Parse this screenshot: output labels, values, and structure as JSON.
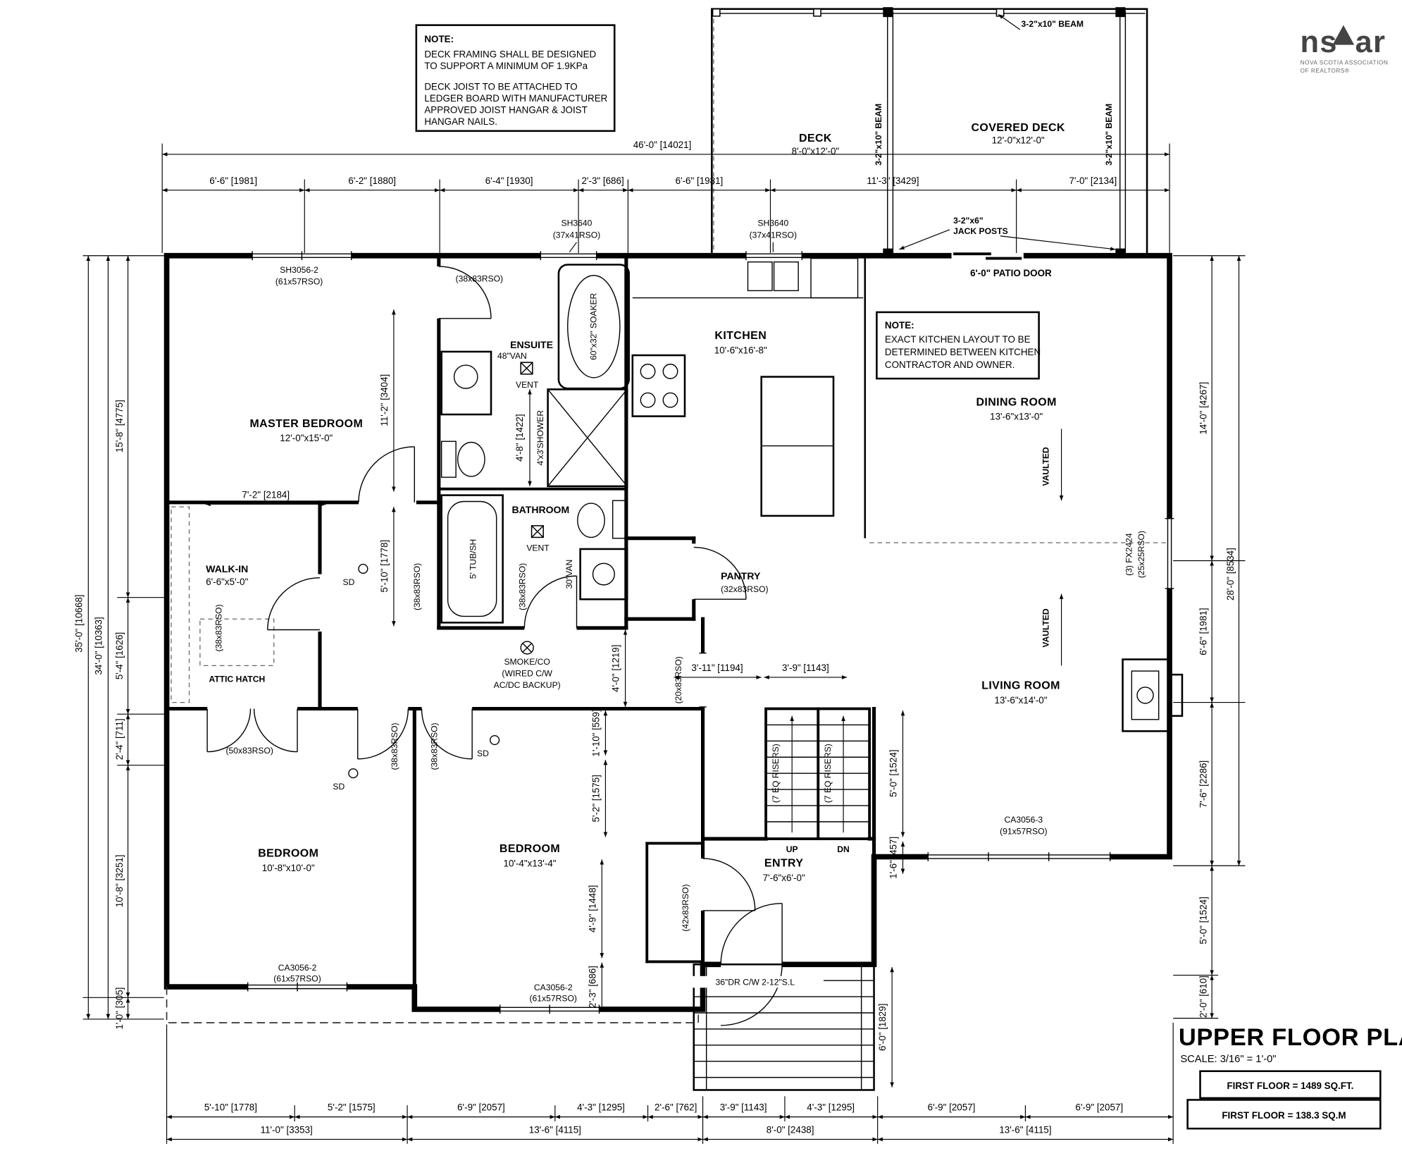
{
  "page": {
    "bg": "#ffffff",
    "ink": "#000000",
    "plank_color": "#7a7a7a"
  },
  "logo": {
    "part1": "ns",
    "part2": "ar",
    "sub1": "NOVA SCOTIA ASSOCIATION",
    "sub2": "OF REALTORS®"
  },
  "deck_note": {
    "title": "NOTE:",
    "l1": "DECK FRAMING SHALL BE DESIGNED",
    "l2": "TO SUPPORT A MINIMUM OF 1.9KPa",
    "l3": "DECK JOIST TO BE ATTACHED TO",
    "l4": "LEDGER BOARD WITH MANUFACTURER",
    "l5": "APPROVED JOIST HANGAR & JOIST",
    "l6": "HANGAR NAILS."
  },
  "kitchen_note": {
    "title": "NOTE:",
    "l1": "EXACT KITCHEN LAYOUT TO BE",
    "l2": "DETERMINED BETWEEN KITCHEN",
    "l3": "CONTRACTOR AND OWNER."
  },
  "deck": {
    "beam": "3-2\"x10\" BEAM",
    "name": "DECK",
    "size": "8'-0\"x12'-0\"",
    "covered_name": "COVERED DECK",
    "covered_size": "12'-0\"x12'-0\"",
    "jack1": "3-2\"x6\"",
    "jack2": "JACK POSTS",
    "patio": "6'-0\" PATIO DOOR"
  },
  "rooms": {
    "master": {
      "n": "MASTER BEDROOM",
      "s": "12'-0\"x15'-0\""
    },
    "ensuite": {
      "n": "ENSUITE"
    },
    "kitchen": {
      "n": "KITCHEN",
      "s": "10'-6\"x16'-8\""
    },
    "dining": {
      "n": "DINING ROOM",
      "s": "13'-6\"x13'-0\""
    },
    "walkin": {
      "n": "WALK-IN",
      "s": "6'-6\"x5'-0\""
    },
    "bath": {
      "n": "BATHROOM"
    },
    "pantry": {
      "n": "PANTRY",
      "rso": "(32x83RSO)"
    },
    "living": {
      "n": "LIVING ROOM",
      "s": "13'-6\"x14'-0\""
    },
    "bed2": {
      "n": "BEDROOM",
      "s": "10'-8\"x10'-0\""
    },
    "bed3": {
      "n": "BEDROOM",
      "s": "10'-4\"x13'-4\""
    },
    "entry": {
      "n": "ENTRY",
      "s": "7'-6\"x6'-0\""
    },
    "attic": "ATTIC HATCH",
    "vaulted": "VAULTED"
  },
  "fix": {
    "soaker": "60\"x32\" SOAKER",
    "shower": "4'x3'SHOWER",
    "van48": "48\"VAN",
    "van30": "30\"VAN",
    "tub": "5' TUB/SH",
    "vent": "VENT",
    "sd": "SD",
    "smoke1": "SMOKE/CO",
    "smoke2": "(WIRED C/W",
    "smoke3": "AC/DC BACKUP)",
    "door36": "36\"DR C/W 2-12\"S.L"
  },
  "win": {
    "sh3640": "SH3640",
    "sh3640r": "(37x41RSO)",
    "sh3056": "SH3056-2",
    "sh3056r": "(61x57RSO)",
    "ca2": "CA3056-2",
    "ca2r": "(61x57RSO)",
    "ca3": "CA3056-3",
    "ca3r": "(91x57RSO)",
    "fx1": "(3) FX2424",
    "fx2": "(25x25RSO)",
    "r38": "(38x83RSO)",
    "r50": "(50x83RSO)",
    "r20": "(20x83RSO)",
    "r42": "(42x83RSO)"
  },
  "stairs": {
    "up": "UP",
    "dn": "DN",
    "risers": "(7 EQ RISERS)"
  },
  "dims": {
    "top_total": "46'-0\" [14021]",
    "top": [
      "6'-6\" [1981]",
      "6'-2\" [1880]",
      "6'-4\" [1930]",
      "2'-3\" [686]",
      "6'-6\" [1981]",
      "11'-3\" [3429]",
      "7'-0\" [2134]"
    ],
    "left_total": "35'-0\" [10668]",
    "left_inner": "34'-0\" [10363]",
    "left": [
      "15'-8\" [4775]",
      "5'-4\" [1626]",
      "2'-4\" [711]",
      "10'-8\" [3251]",
      "1'-0\" [305]"
    ],
    "right": [
      "14'-0\" [4267]",
      "6'-6\" [1981]",
      "7'-6\" [2286]",
      "5'-0\" [1524]",
      "2'-0\" [610]"
    ],
    "right_total": "28'-0\" [8534]",
    "bottom": [
      "5'-10\" [1778]",
      "5'-2\" [1575]",
      "6'-9\" [2057]",
      "4'-3\" [1295]",
      "2'-6\" [762]",
      "3'-9\" [1143]",
      "4'-3\" [1295]",
      "6'-9\" [2057]",
      "6'-9\" [2057]"
    ],
    "bottom_totals": [
      "11'-0\" [3353]",
      "13'-6\" [4115]",
      "8'-0\" [2438]",
      "13'-6\" [4115]"
    ],
    "i11_2": "11'-2\" [3404]",
    "i4_8": "4'-8\" [1422]",
    "i7_2": "7'-2\" [2184]",
    "i5_10": "5'-10\" [1778]",
    "i4_0": "4'-0\" [1219]",
    "i1_10": "1'-10\" [559]",
    "i5_2": "5'-2\" [1575]",
    "i4_9": "4'-9\" [1448]",
    "i2_3": "2'-3\" [686]",
    "i3_11": "3'-11\" [1194]",
    "i3_9": "3'-9\" [1143]",
    "i5_0": "5'-0\" [1524]",
    "i1_6": "1'-6\" [457]",
    "i6_0": "6'-0\" [1829]"
  },
  "title_block": {
    "title": "UPPER FLOOR PLAN",
    "scale": "SCALE: 3/16\" = 1'-0\"",
    "area_ft": "FIRST FLOOR = 1489 SQ.FT.",
    "area_m": "FIRST FLOOR = 138.3 SQ.M"
  }
}
